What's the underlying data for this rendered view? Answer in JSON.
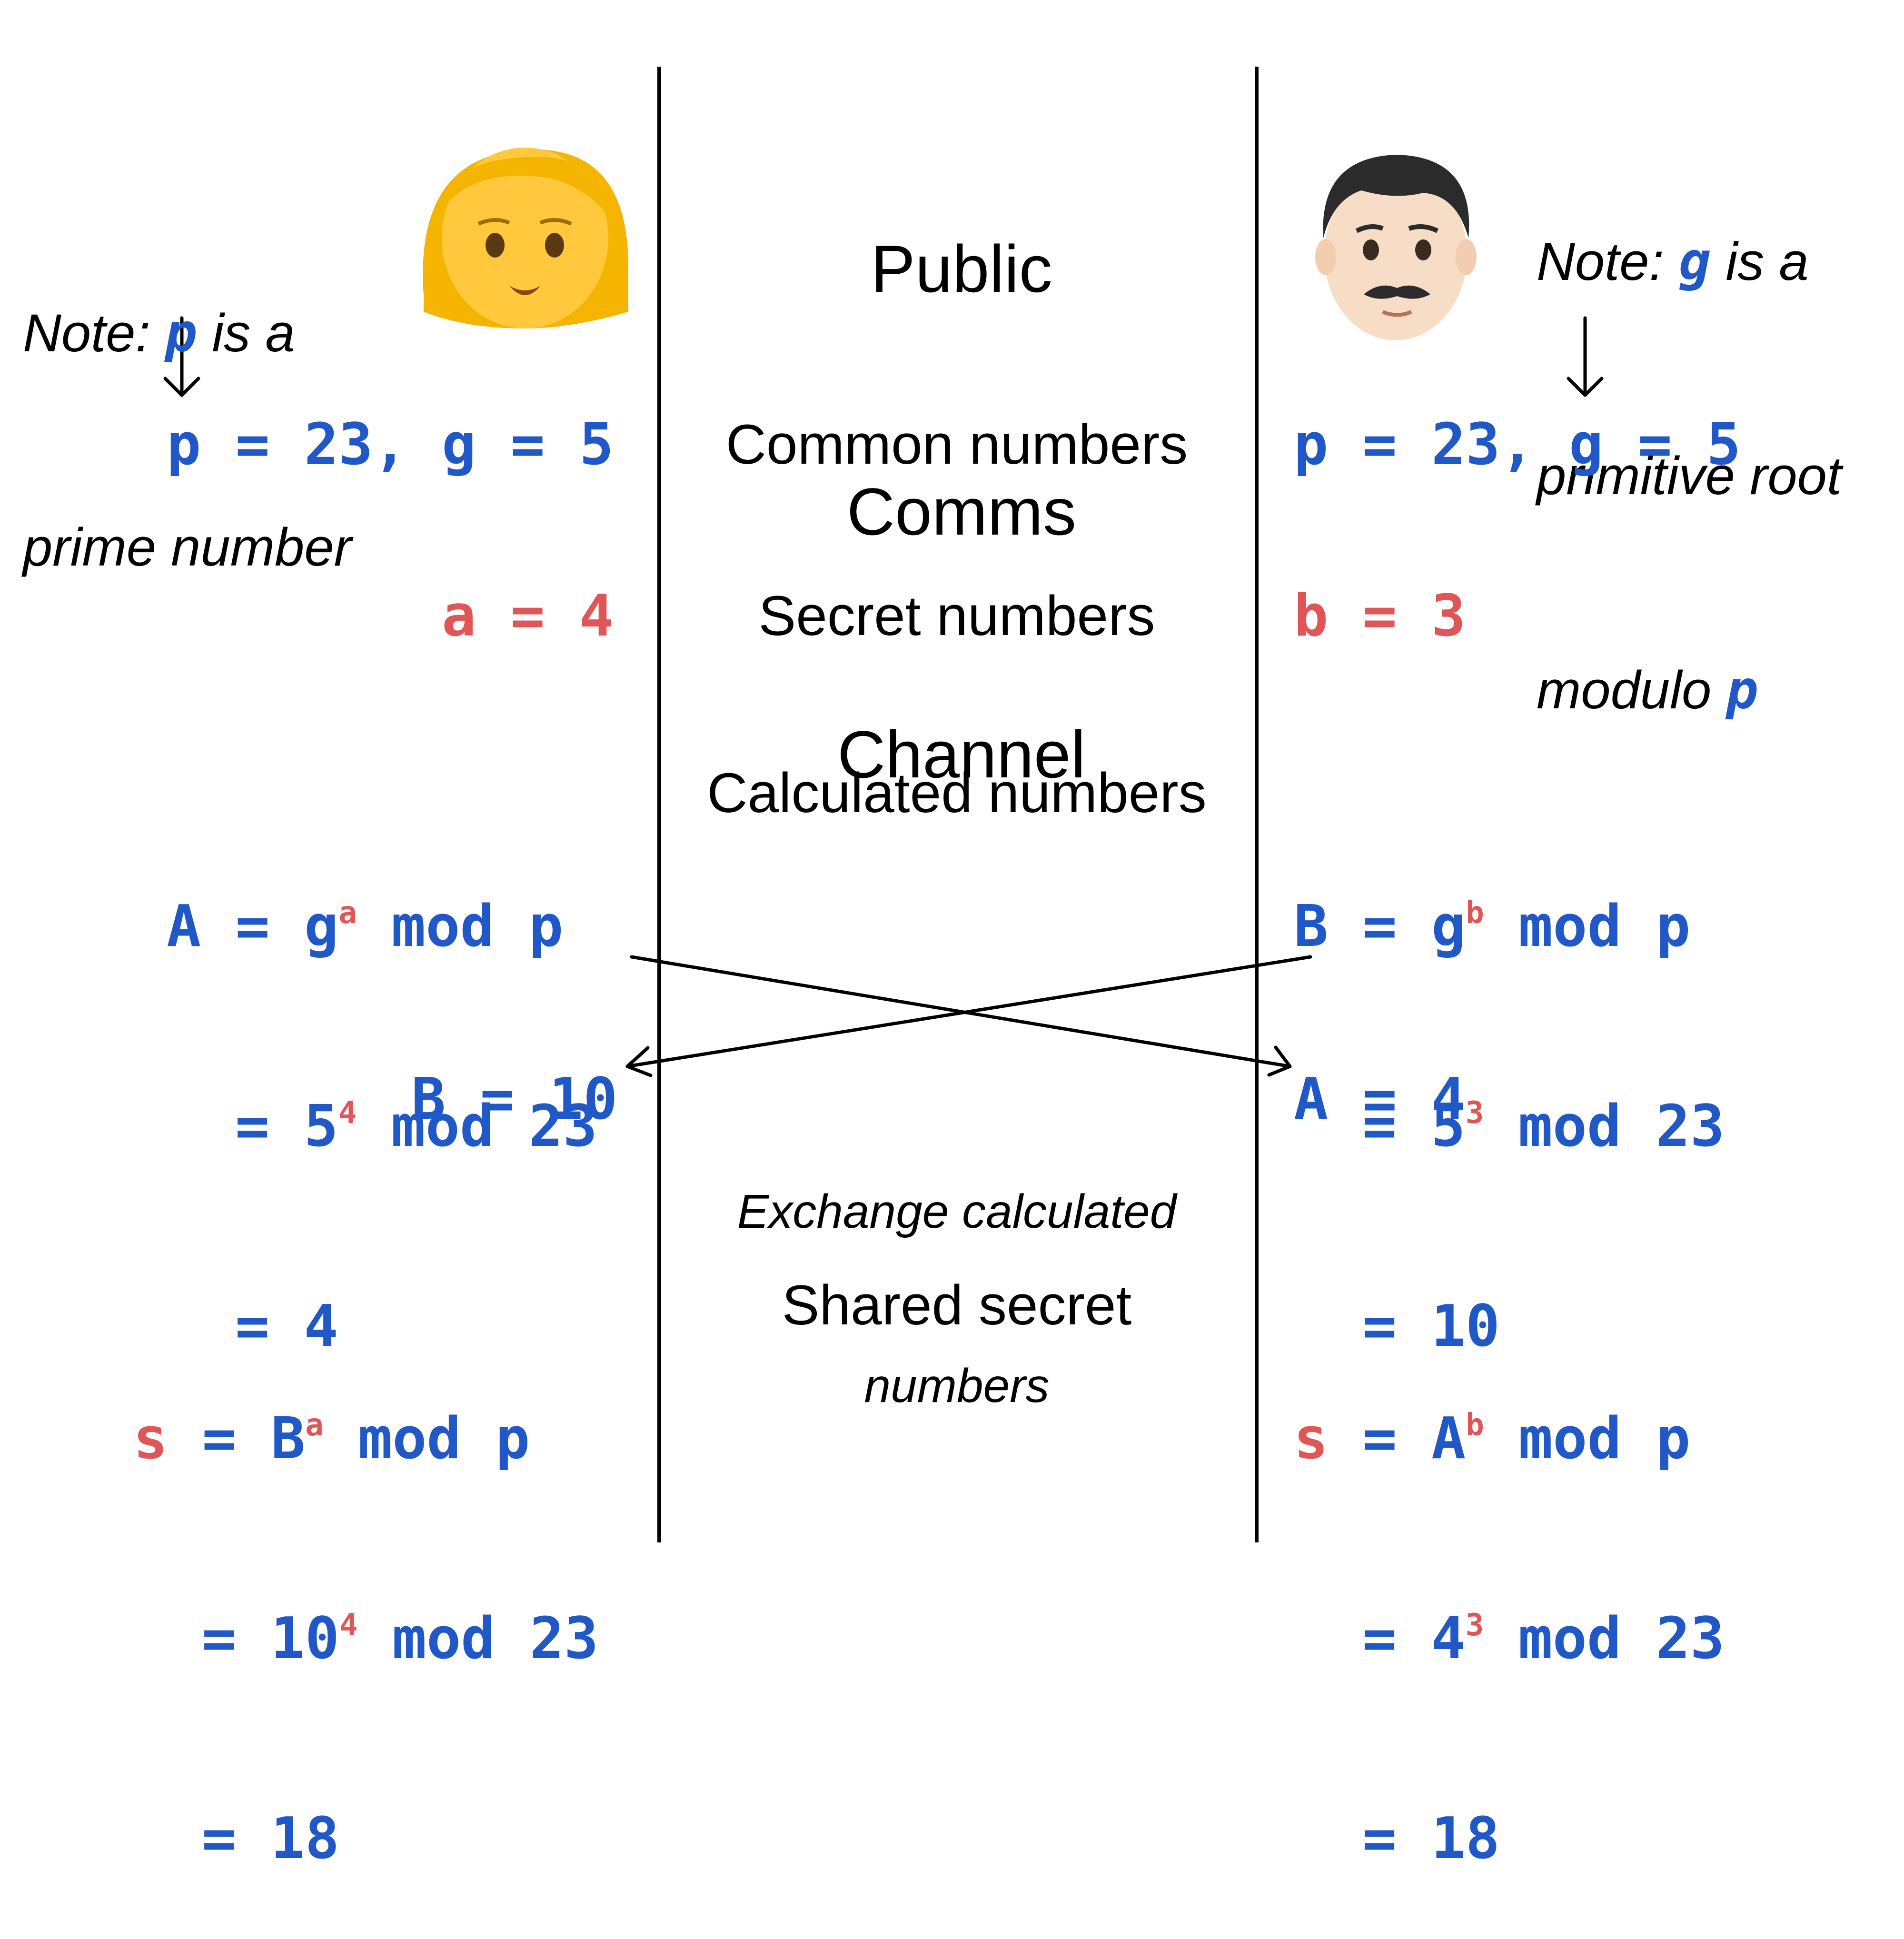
{
  "channel": {
    "title": [
      "Public",
      "Comms",
      "Channel"
    ],
    "rows": {
      "common": "Common numbers",
      "secret": "Secret numbers",
      "calculated": "Calculated numbers",
      "exchange": [
        "Exchange calculated",
        "numbers"
      ],
      "shared": "Shared secret"
    }
  },
  "left": {
    "avatar": "woman-emoji",
    "note": {
      "prefix": "Note: ",
      "var": "p",
      "suffix": " is a",
      "line2": "prime number"
    },
    "common": {
      "p": "p",
      "eq1": " = 23, ",
      "g": "g",
      "eq2": " = 5"
    },
    "secret": {
      "var": "a",
      "eq": " = 4"
    },
    "calc": {
      "l1": {
        "A": "A",
        "eq": " = g",
        "exp": "a",
        "rest": " mod p"
      },
      "l2": {
        "eq": "= 5",
        "exp": "4",
        "rest": " mod 23"
      },
      "l3": "= 4"
    },
    "received": {
      "var": "B",
      "eq": " = 10"
    },
    "shared": {
      "l1": {
        "s": "s",
        "eq": " = B",
        "exp": "a",
        "rest": " mod p"
      },
      "l2": {
        "eq": "= 10",
        "exp": "4",
        "rest": " mod 23"
      },
      "l3": "= 18"
    }
  },
  "right": {
    "avatar": "man-emoji",
    "note": {
      "prefix": "Note: ",
      "var": "g",
      "suffix": " is a",
      "line2": "primitive root",
      "line3_prefix": "modulo ",
      "line3_var": "p"
    },
    "common": {
      "p": "p",
      "eq1": " = 23, ",
      "g": "g",
      "eq2": " = 5"
    },
    "secret": {
      "var": "b",
      "eq": " = 3"
    },
    "calc": {
      "l1": {
        "B": "B",
        "eq": " = g",
        "exp": "b",
        "rest": " mod p"
      },
      "l2": {
        "eq": "= 5",
        "exp": "3",
        "rest": " mod 23"
      },
      "l3": "= 10"
    },
    "received": {
      "var": "A",
      "eq": " = 4"
    },
    "shared": {
      "l1": {
        "s": "s",
        "eq": " = A",
        "exp": "b",
        "rest": " mod p"
      },
      "l2": {
        "eq": "= 4",
        "exp": "3",
        "rest": " mod 23"
      },
      "l3": "= 18"
    }
  },
  "colors": {
    "public": "#2158c7",
    "secret": "#e05555",
    "text": "#000000"
  }
}
